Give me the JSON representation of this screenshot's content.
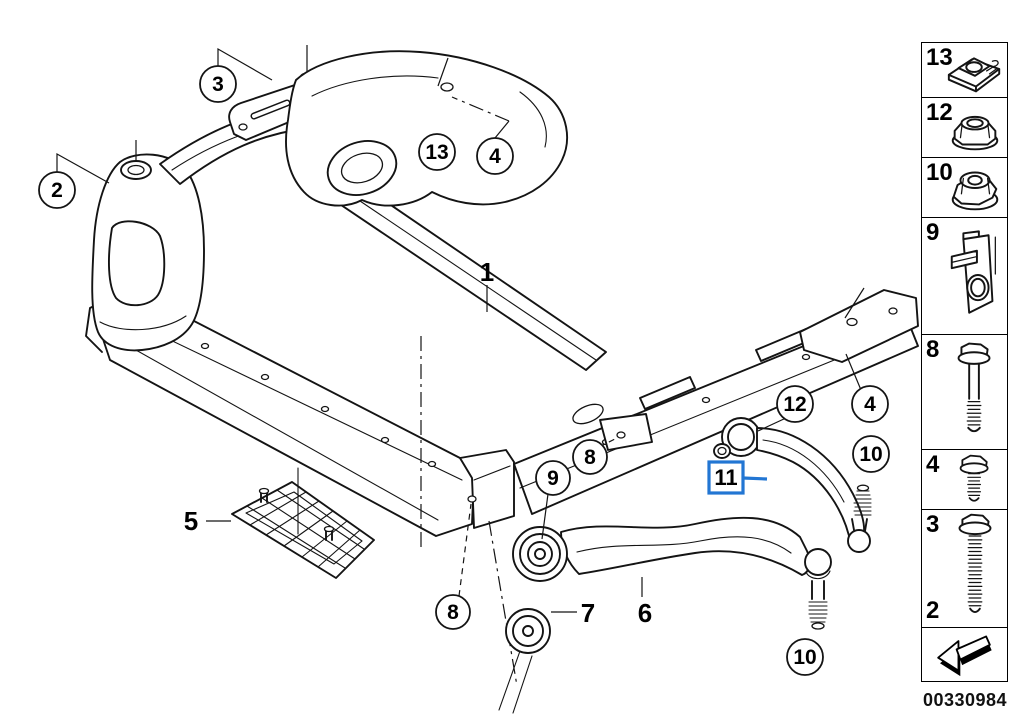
{
  "colors": {
    "line": "#141414",
    "highlight_blue": "#2276d3",
    "background": "#ffffff"
  },
  "callouts": {
    "c3": "3",
    "c2": "2",
    "c13": "13",
    "c4_top": "4",
    "c1": "1",
    "c5": "5",
    "c8_mid": "8",
    "c9": "9",
    "c11": "11",
    "c12": "12",
    "c4_right": "4",
    "c10_right": "10",
    "c7": "7",
    "c6": "6",
    "c8_bottom": "8",
    "c10_bottom": "10"
  },
  "sidebar": {
    "rows": [
      {
        "label": "13",
        "icon": "clip-nut-icon"
      },
      {
        "label": "12",
        "icon": "flange-lock-nut-icon"
      },
      {
        "label": "10",
        "icon": "flange-nut-icon"
      },
      {
        "label": "9",
        "icon": "retainer-bracket-icon"
      },
      {
        "label": "8",
        "icon": "long-flange-bolt-icon"
      },
      {
        "label": "4",
        "icon": "short-flange-bolt-icon"
      },
      {
        "label": "3",
        "label2": "2",
        "icon": "threaded-flange-bolt-icon"
      },
      {
        "icon": "back-arrow-icon"
      }
    ],
    "code": "00330984"
  }
}
